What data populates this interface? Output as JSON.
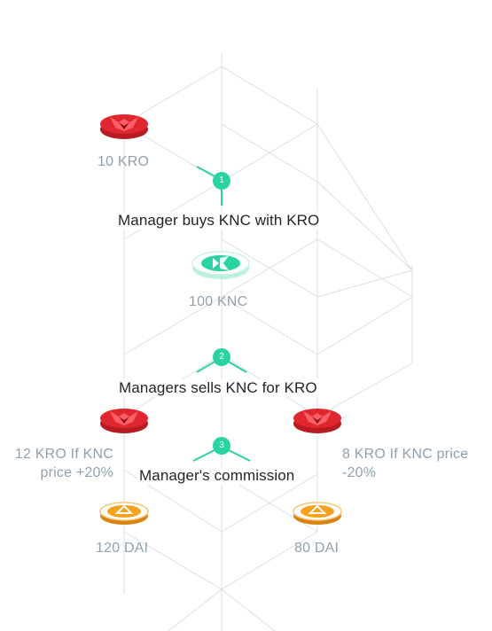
{
  "steps": [
    {
      "number": "1",
      "text": "Manager buys KNC with KRO"
    },
    {
      "number": "2",
      "text": "Managers sells KNC for KRO"
    },
    {
      "number": "3",
      "text": "Manager's commission"
    }
  ],
  "amounts": {
    "kro_start": "10 KRO",
    "knc": "100 KNC",
    "kro_up": "12 KRO If KNC price +20%",
    "kro_down": "8 KRO If KNC price -20%",
    "dai_up": "120 DAI",
    "dai_down": "80 DAI"
  },
  "colors": {
    "kro_red": "#e0262e",
    "knc_teal": "#2ad4a2",
    "dai_orange": "#f6a21d",
    "step_green": "#2ad4a2",
    "grid_line": "#d9dde1"
  },
  "icons": {
    "kro": "kro-token-icon",
    "knc": "knc-token-icon",
    "dai": "dai-token-icon"
  }
}
